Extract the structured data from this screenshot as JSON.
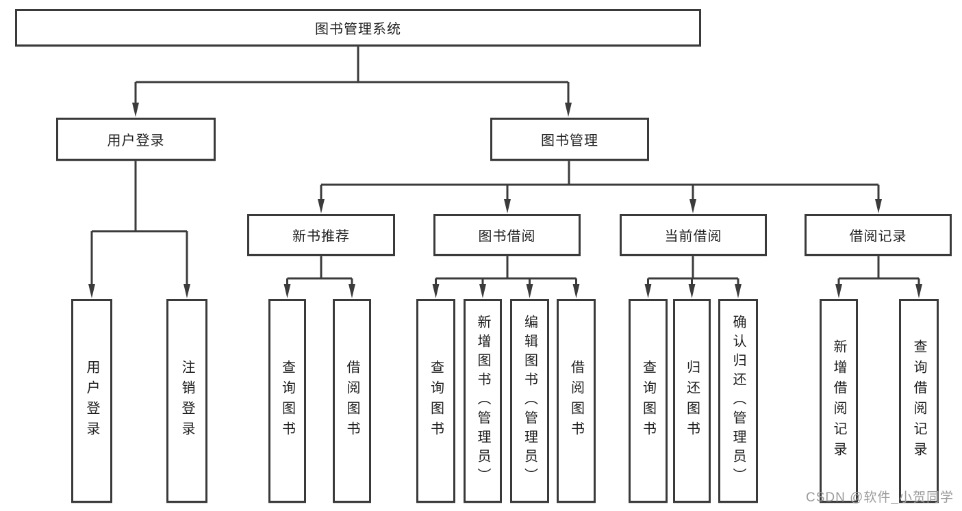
{
  "diagram": {
    "title": "图书管理系统",
    "root": {
      "label": "图书管理系统"
    },
    "level2": [
      {
        "label": "用户登录"
      },
      {
        "label": "图书管理"
      }
    ],
    "level3": [
      {
        "label": "新书推荐"
      },
      {
        "label": "图书借阅"
      },
      {
        "label": "当前借阅"
      },
      {
        "label": "借阅记录"
      }
    ],
    "leaves": {
      "user_login": [
        "用户登录",
        "注销登录"
      ],
      "new_book": [
        "查询图书",
        "借阅图书"
      ],
      "book_borrow": [
        "查询图书",
        "新增图书（管理员）",
        "编辑图书（管理员）",
        "借阅图书"
      ],
      "current_borrow": [
        "查询图书",
        "归还图书",
        "确认归还（管理员）"
      ],
      "borrow_record": [
        "新增借阅记录",
        "查询借阅记录"
      ]
    }
  },
  "watermark": {
    "text": "CSDN @软件_小贺同学"
  },
  "colors": {
    "background": "#ffffff",
    "line": "#3b3b3b",
    "box_border": "#3a3a3a",
    "text": "#1f1f1f",
    "watermark": "#9b9b9b"
  }
}
